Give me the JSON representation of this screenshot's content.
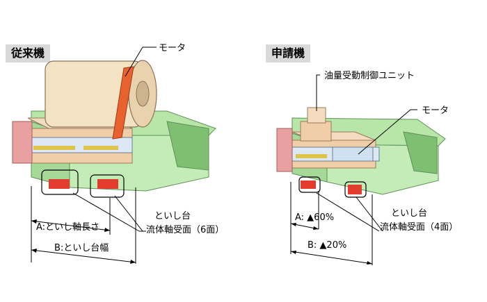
{
  "left": {
    "tag": "従来機",
    "motor_label": "モータ",
    "dim_a": "A:といし軸長さ",
    "dim_b": "B:といし台幅",
    "bearing_line1": "といし台",
    "bearing_line2": "流体軸受面（6面）"
  },
  "right": {
    "tag": "申請機",
    "unit_label": "油量受動制御ユニット",
    "motor_label": "モータ",
    "dim_a": "A: ▲60%",
    "dim_b": "B: ▲20%",
    "bearing_line1": "といし台",
    "bearing_line2": "流体軸受面（4面）"
  },
  "colors": {
    "base_green": "#b7e6a8",
    "dark_green": "#6fa866",
    "motor_cream": "#f3e2c4",
    "belt_orange": "#e8622f",
    "red_part": "#e23c2e",
    "pink_part": "#e8a0a0",
    "spindle_blue": "#dce8f4"
  }
}
